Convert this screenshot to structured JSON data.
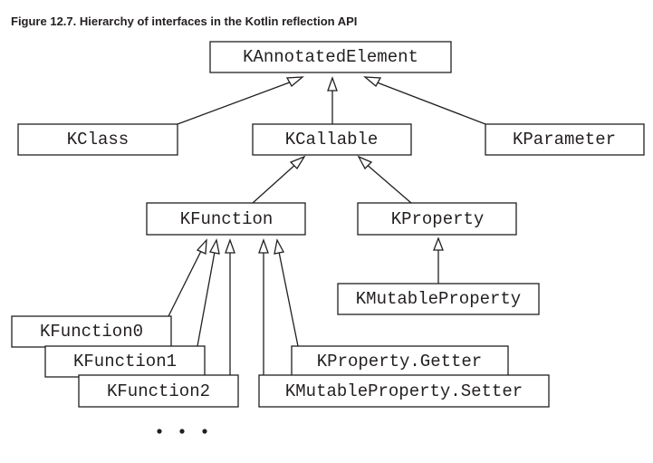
{
  "figure": {
    "caption": "Figure 12.7. Hierarchy of interfaces in the Kotlin reflection API"
  },
  "nodes": {
    "kannotatedelement": "KAnnotatedElement",
    "kclass": "KClass",
    "kcallable": "KCallable",
    "kparameter": "KParameter",
    "kfunction": "KFunction",
    "kproperty": "KProperty",
    "kmutableproperty": "KMutableProperty",
    "kfunction0": "KFunction0",
    "kfunction1": "KFunction1",
    "kfunction2": "KFunction2",
    "kproperty_getter": "KProperty.Getter",
    "kmutableproperty_setter": "KMutableProperty.Setter"
  },
  "relationships": [
    {
      "child": "KClass",
      "parent": "KAnnotatedElement",
      "type": "inheritance"
    },
    {
      "child": "KCallable",
      "parent": "KAnnotatedElement",
      "type": "inheritance"
    },
    {
      "child": "KParameter",
      "parent": "KAnnotatedElement",
      "type": "inheritance"
    },
    {
      "child": "KFunction",
      "parent": "KCallable",
      "type": "inheritance"
    },
    {
      "child": "KProperty",
      "parent": "KCallable",
      "type": "inheritance"
    },
    {
      "child": "KMutableProperty",
      "parent": "KProperty",
      "type": "inheritance"
    },
    {
      "child": "KFunction0",
      "parent": "KFunction",
      "type": "inheritance"
    },
    {
      "child": "KFunction1",
      "parent": "KFunction",
      "type": "inheritance"
    },
    {
      "child": "KFunction2",
      "parent": "KFunction",
      "type": "inheritance"
    },
    {
      "child": "KProperty.Getter",
      "parent": "KFunction",
      "type": "inheritance"
    },
    {
      "child": "KMutableProperty.Setter",
      "parent": "KFunction",
      "type": "inheritance"
    }
  ],
  "ellipsis": "• • •"
}
